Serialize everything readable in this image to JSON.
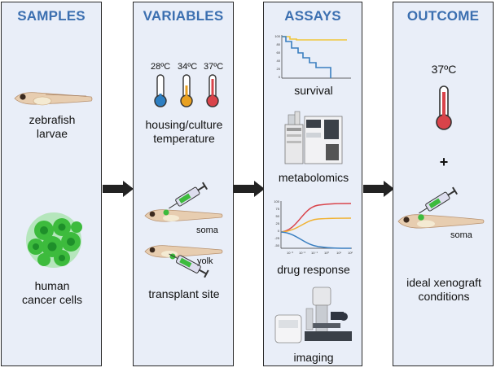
{
  "panels": {
    "samples": {
      "title": "SAMPLES",
      "item1": [
        "zebrafish",
        "larvae"
      ],
      "item2": [
        "human",
        "cancer cells"
      ]
    },
    "variables": {
      "title": "VARIABLES",
      "temps": [
        "28ºC",
        "34ºC",
        "37ºC"
      ],
      "temp_label": [
        "housing/culture",
        "temperature"
      ],
      "site_soma": "soma",
      "site_yolk": "yolk",
      "site_label": "transplant site"
    },
    "assays": {
      "title": "ASSAYS",
      "a1": "survival",
      "a2": "metabolomics",
      "a3": "drug response",
      "a4": "imaging",
      "dose_y_ticks": [
        "100",
        "75",
        "50",
        "25",
        "0",
        "-25",
        "-50"
      ],
      "dose_x_ticks": [
        "10⁻³",
        "10⁻²",
        "10⁻¹",
        "10⁰",
        "10¹",
        "10²"
      ],
      "surv_y_ticks": [
        "100",
        "80",
        "60",
        "40",
        "20",
        "0"
      ]
    },
    "outcome": {
      "title": "OUTCOME",
      "temp": "37ºC",
      "plus": "+",
      "site": "soma",
      "result": [
        "ideal xenograft",
        "conditions"
      ]
    }
  },
  "colors": {
    "title_blue": "#3b6fb0",
    "panel_bg": "#e9eef8",
    "cold": "#2e7fc2",
    "mid": "#e8a020",
    "hot": "#d9434a",
    "cells": "#3dbb3d"
  }
}
